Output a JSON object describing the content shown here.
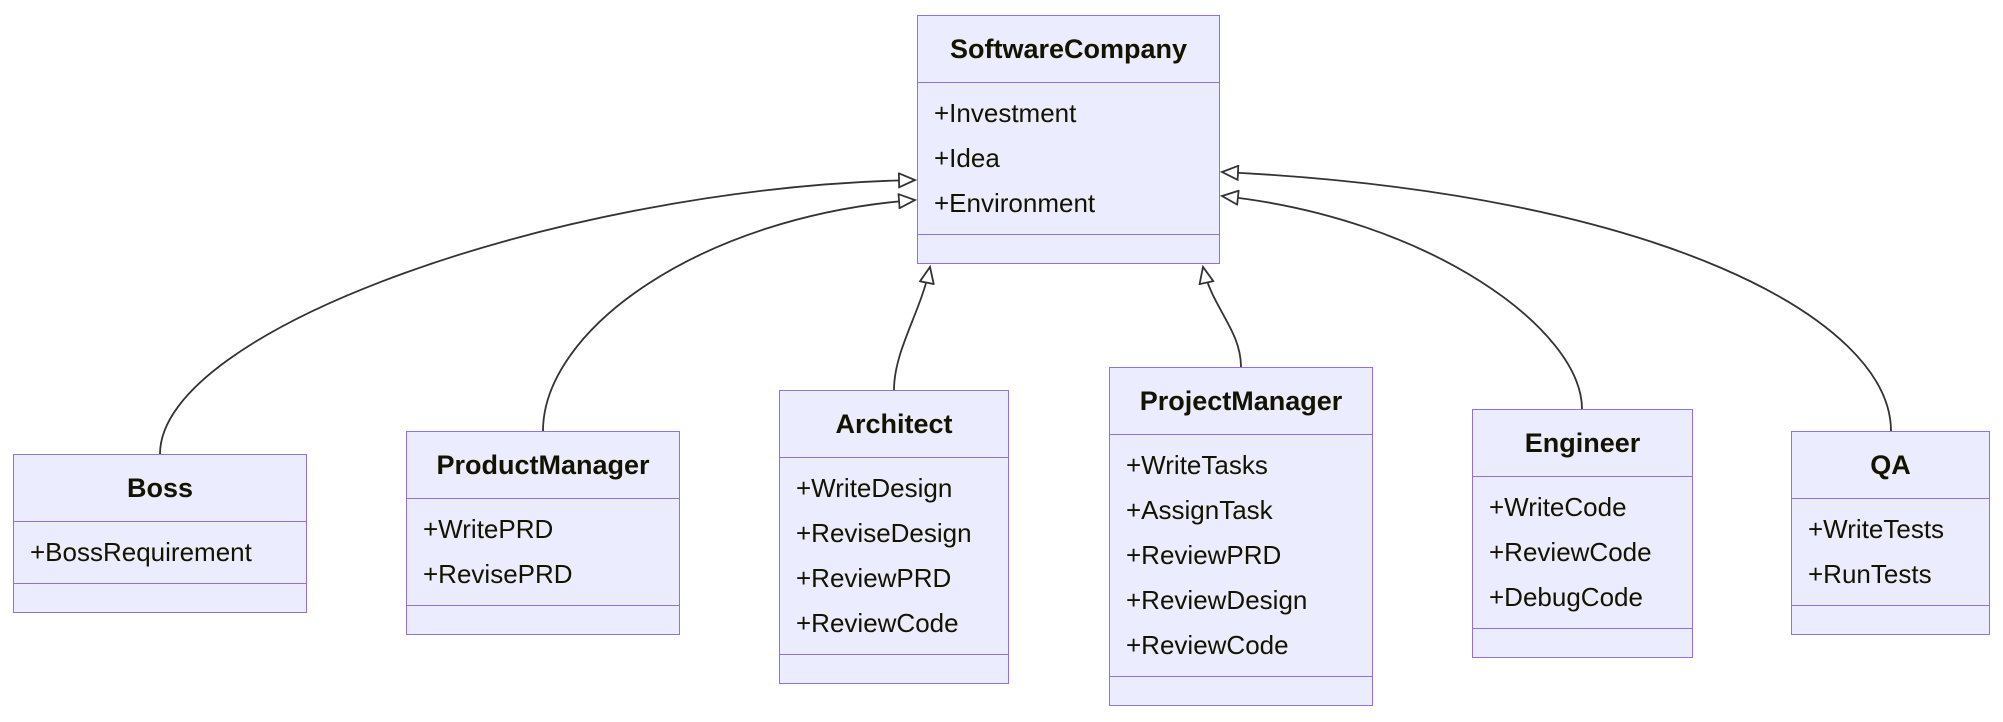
{
  "diagram": {
    "type": "uml-class-diagram",
    "parent": {
      "name": "SoftwareCompany",
      "attributes": [
        "+Investment",
        "+Idea",
        "+Environment"
      ]
    },
    "classes": [
      {
        "name": "Boss",
        "attributes": [
          "+BossRequirement"
        ]
      },
      {
        "name": "ProductManager",
        "attributes": [
          "+WritePRD",
          "+RevisePRD"
        ]
      },
      {
        "name": "Architect",
        "attributes": [
          "+WriteDesign",
          "+ReviseDesign",
          "+ReviewPRD",
          "+ReviewCode"
        ]
      },
      {
        "name": "ProjectManager",
        "attributes": [
          "+WriteTasks",
          "+AssignTask",
          "+ReviewPRD",
          "+ReviewDesign",
          "+ReviewCode"
        ]
      },
      {
        "name": "Engineer",
        "attributes": [
          "+WriteCode",
          "+ReviewCode",
          "+DebugCode"
        ]
      },
      {
        "name": "QA",
        "attributes": [
          "+WriteTests",
          "+RunTests"
        ]
      }
    ],
    "relations": [
      {
        "from": "Boss",
        "to": "SoftwareCompany",
        "type": "inheritance"
      },
      {
        "from": "ProductManager",
        "to": "SoftwareCompany",
        "type": "inheritance"
      },
      {
        "from": "Architect",
        "to": "SoftwareCompany",
        "type": "inheritance"
      },
      {
        "from": "ProjectManager",
        "to": "SoftwareCompany",
        "type": "inheritance"
      },
      {
        "from": "Engineer",
        "to": "SoftwareCompany",
        "type": "inheritance"
      },
      {
        "from": "QA",
        "to": "SoftwareCompany",
        "type": "inheritance"
      }
    ],
    "colors": {
      "node_fill": "#ECECFF",
      "node_border": "#9370DB",
      "line": "#333333",
      "text": "#131300"
    }
  }
}
